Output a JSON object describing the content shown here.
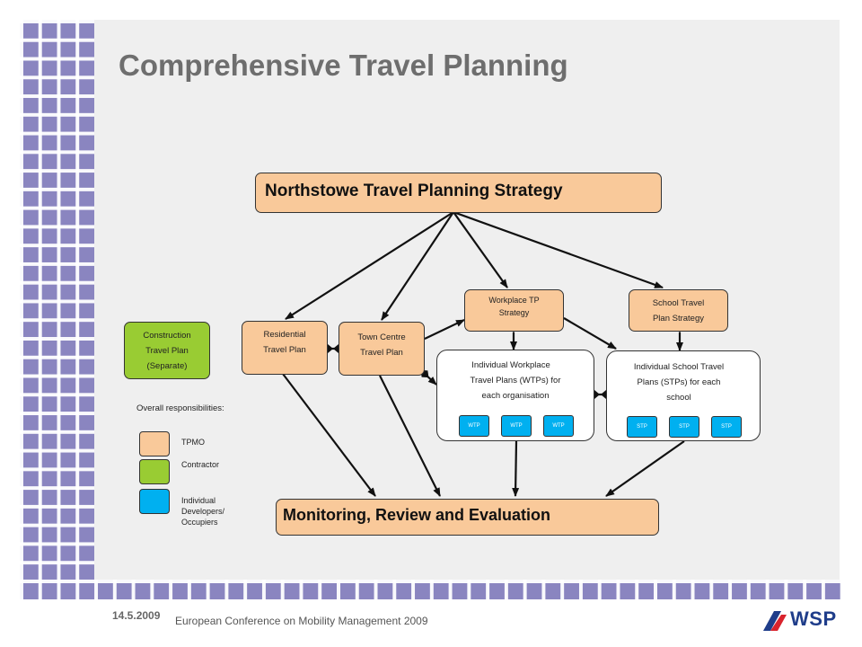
{
  "slide": {
    "title": "Comprehensive Travel Planning",
    "footer_date": "14.5.2009",
    "footer_text": "European Conference on Mobility Management 2009",
    "logo_text": "WSP"
  },
  "diagram": {
    "strategy": "Northstowe Travel Planning Strategy",
    "monitoring": "Monitoring, Review and Evaluation",
    "construction": [
      "Construction",
      "Travel Plan",
      "(Separate)"
    ],
    "residential": [
      "Residential",
      "Travel Plan"
    ],
    "town_centre": [
      "Town Centre",
      "Travel Plan"
    ],
    "workplace_tp": [
      "Workplace TP",
      "Strategy"
    ],
    "school_tp": [
      "School   Travel",
      "Plan  Strategy"
    ],
    "individual_workplace": [
      "Individual Workplace",
      "Travel Plans (WTPs) for",
      "each organisation"
    ],
    "individual_school": [
      "Individual School Travel",
      "Plans (STPs) for each",
      "school"
    ],
    "wtp_labels": [
      "WTP",
      "WTP",
      "WTP"
    ],
    "stp_labels": [
      "STP",
      "STP",
      "STP"
    ]
  },
  "legend": {
    "heading": "Overall responsibilities:",
    "items": [
      {
        "label": "TPMO",
        "color": "#f9c99a"
      },
      {
        "label": "Contractor",
        "color": "#99cc33"
      },
      {
        "label": "Individual Developers/ Occupiers",
        "color": "#00b0f0"
      }
    ]
  }
}
